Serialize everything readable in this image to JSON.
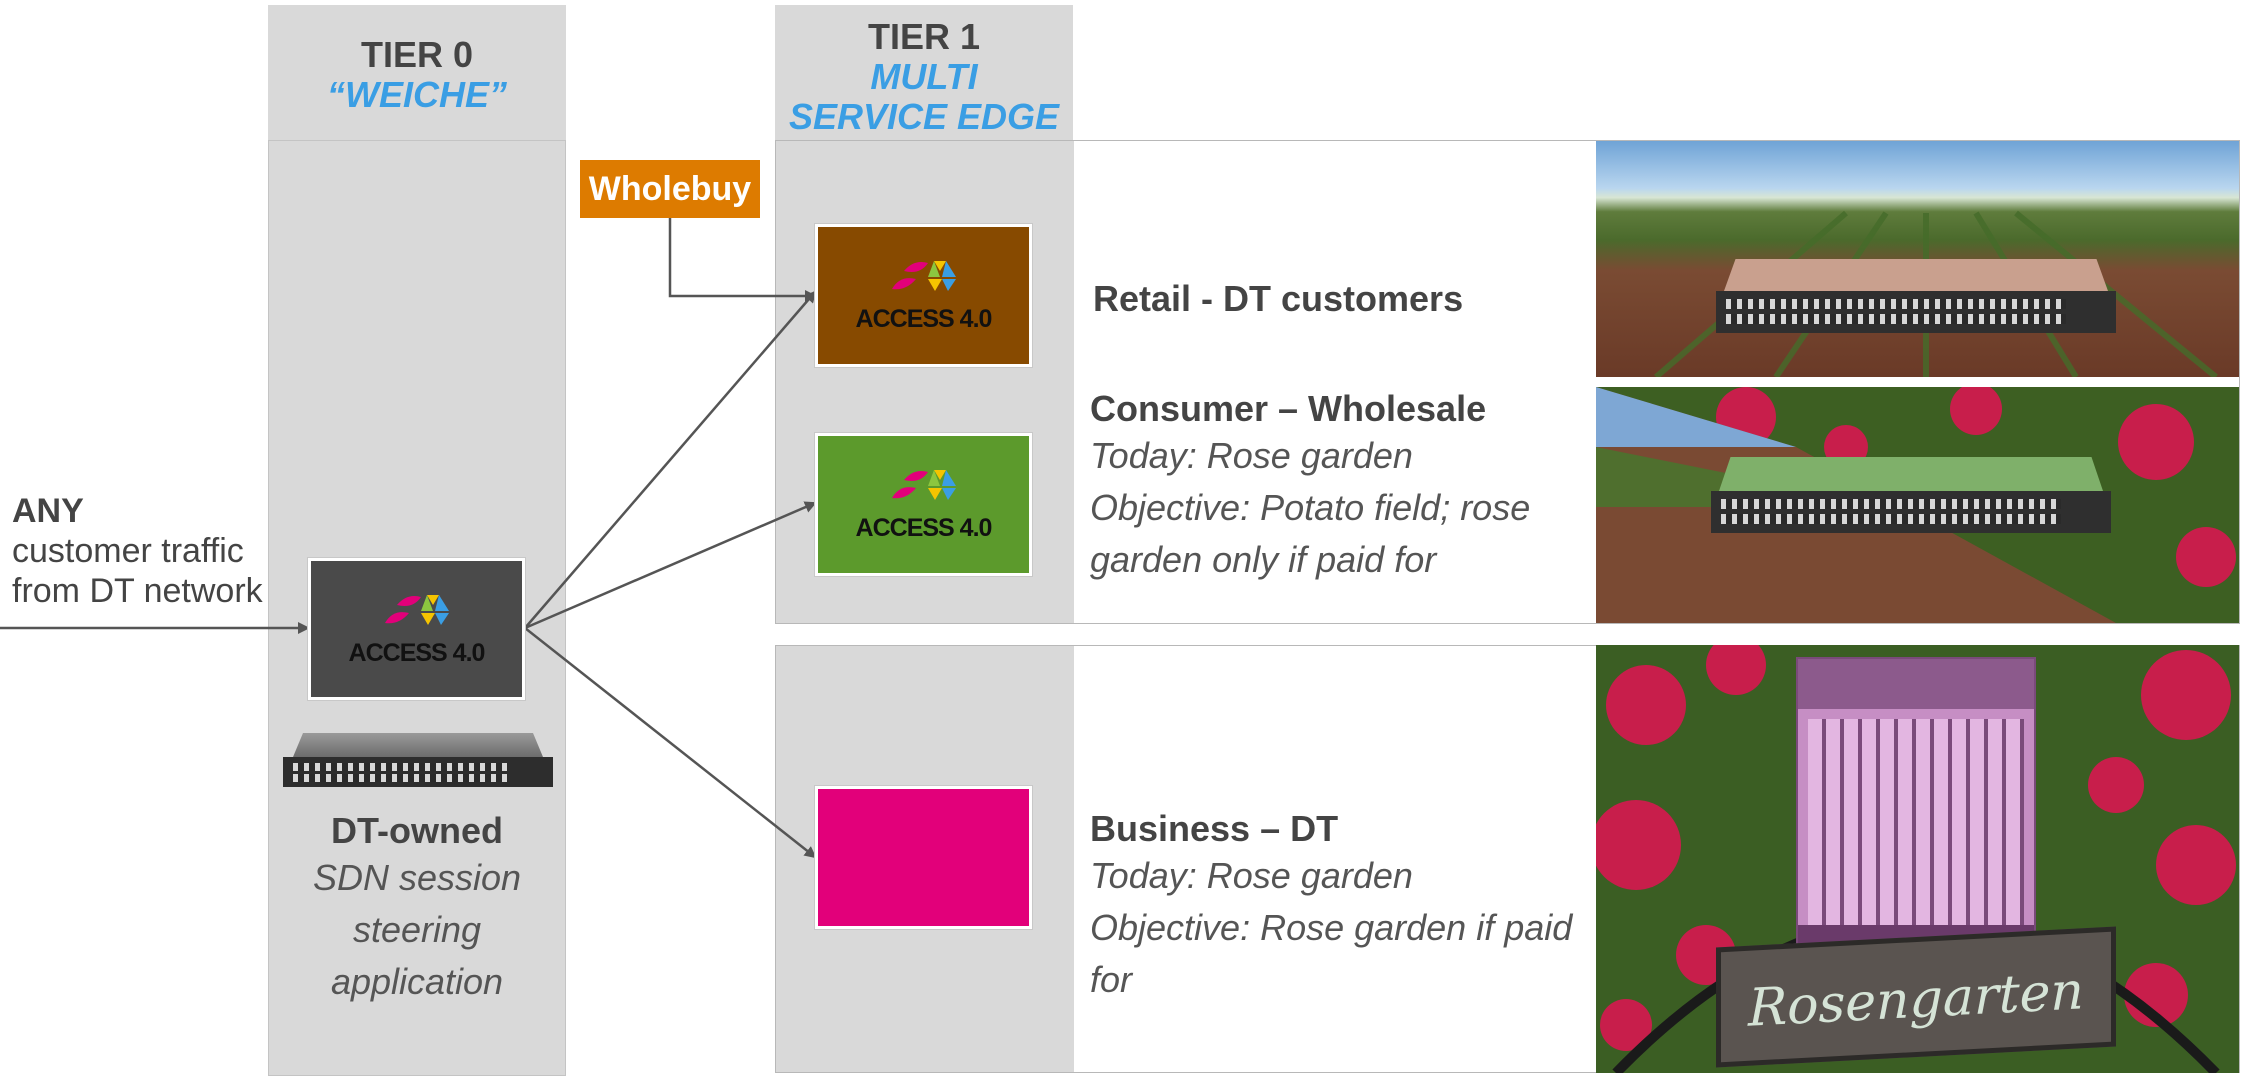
{
  "tier0": {
    "title": "TIER 0",
    "subtitle": "“WEICHE”"
  },
  "tier1": {
    "title": "TIER 1",
    "subtitle_line1": "MULTI",
    "subtitle_line2": "SERVICE EDGE"
  },
  "source": {
    "label_bold": "ANY",
    "line1": "customer traffic",
    "line2": "from DT network"
  },
  "wholebuy": {
    "label": "Wholebuy"
  },
  "logo": {
    "text": "ACCESS 4.0"
  },
  "tier0_desc": {
    "title": "DT-owned",
    "line1": "SDN session",
    "line2": "steering",
    "line3": "application"
  },
  "rows": {
    "retail": {
      "title": "Retail - DT customers"
    },
    "consumer": {
      "title": "Consumer – Wholesale",
      "line1": "Today: Rose garden",
      "line2": "Objective: Potato field; rose",
      "line3": "garden only if paid for"
    },
    "business": {
      "title": "Business – DT",
      "line1": "Today: Rose garden",
      "line2": "Objective: Rose garden if paid",
      "line3": "for"
    }
  },
  "sign": {
    "text": "Rosengarten"
  },
  "colors": {
    "column_grey": "#d9d9d9",
    "tier_subtitle_blue": "#3a9ee4",
    "wholebuy_orange": "#dd7b00",
    "card_brown": "#874a00",
    "card_green": "#5c9a2c",
    "card_dark": "#4a4a4a",
    "card_magenta": "#e2007a"
  },
  "icons": [
    "access-logo-icon",
    "network-switch-icon",
    "chassis-router-icon"
  ]
}
